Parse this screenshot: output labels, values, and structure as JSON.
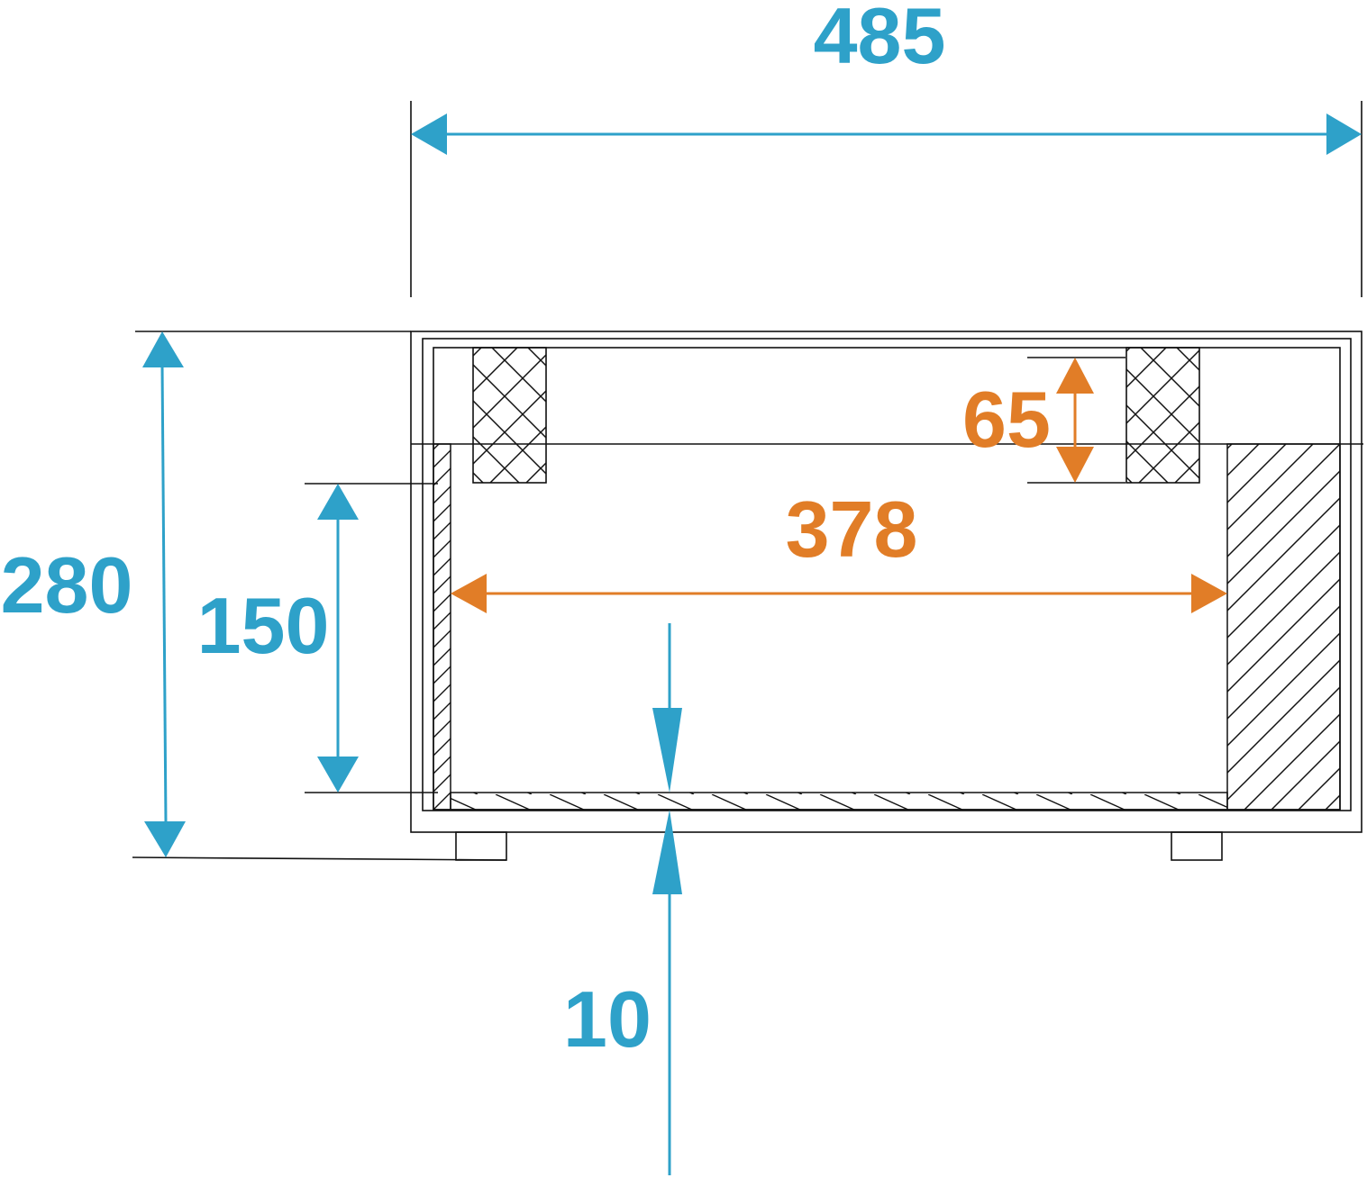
{
  "colors": {
    "blue": "#2ea1c9",
    "orange": "#e17d27",
    "line": "#111111"
  },
  "dimensions": {
    "width_total": "485",
    "height_total": "280",
    "inner_height": "150",
    "inner_width": "378",
    "block_height": "65",
    "base_thickness": "10"
  }
}
